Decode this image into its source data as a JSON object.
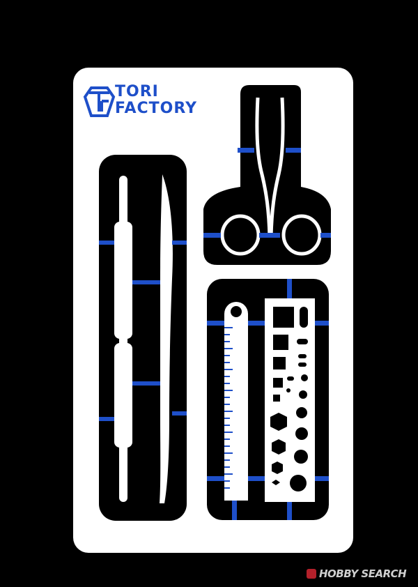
{
  "brand": {
    "line1": "TORI",
    "line2": "FACTORY",
    "color": "#1e4fc9"
  },
  "watermark": {
    "text": "HOBBY SEARCH",
    "badge_color": "#b3202a"
  },
  "colors": {
    "card": "#ffffff",
    "cutout": "#000000",
    "tab": "#1e4fc9",
    "background": "#000000"
  }
}
